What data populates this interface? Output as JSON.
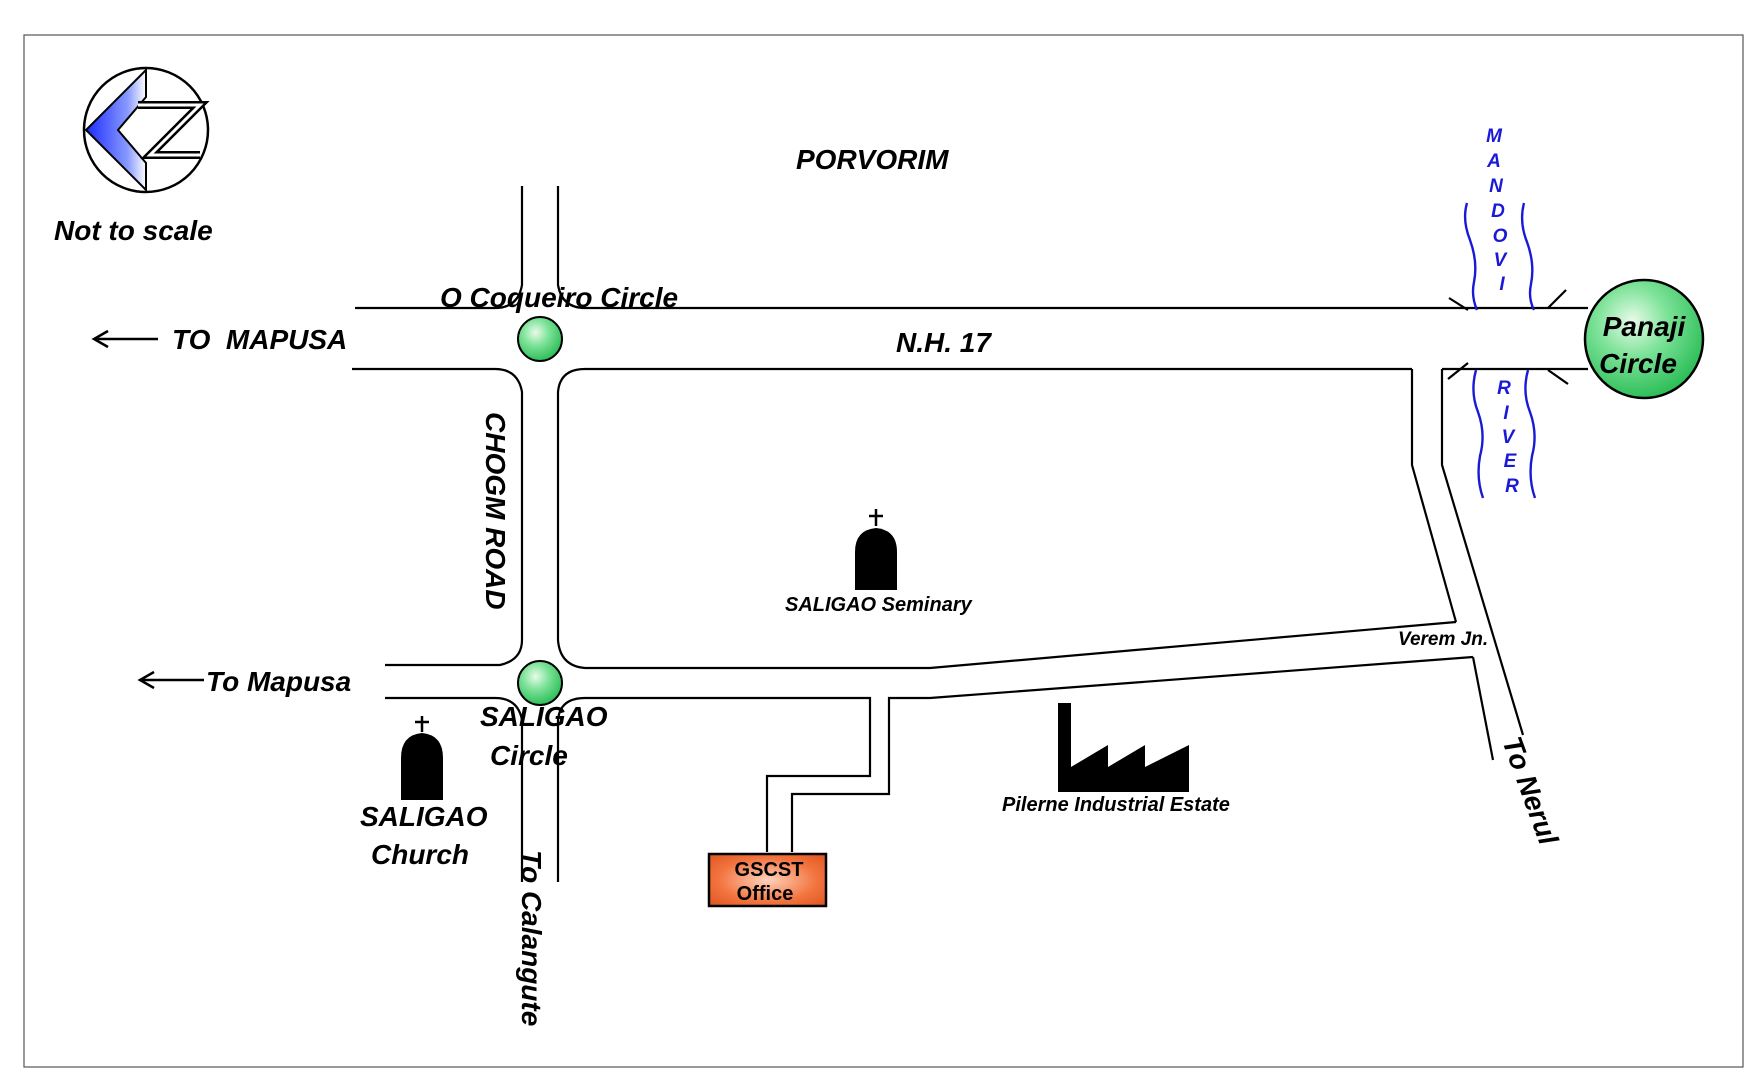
{
  "map": {
    "scale_note": "Not to scale",
    "compass_letter": "N",
    "labels": {
      "area": "PORVORIM",
      "to_mapusa_top": "TO  MAPUSA",
      "to_mapusa_bottom": "To Mapusa",
      "o_coqueiro_circle": "O Coqueiro Circle",
      "nh17": "N.H. 17",
      "chogm_road": "CHOGM ROAD",
      "saligao_circle_line1": "SALIGAO",
      "saligao_circle_line2": "Circle",
      "saligao_church_line1": "SALIGAO",
      "saligao_church_line2": "Church",
      "to_calangute": "To Calangute",
      "saligao_seminary": "SALIGAO Seminary",
      "verem_jn": "Verem Jn.",
      "pilerne_estate": "Pilerne Industrial Estate",
      "to_nerul": "To Nerul",
      "panaji_line1": "Panaji",
      "panaji_line2": "Circle",
      "river_upper": [
        "M",
        "A",
        "N",
        "D",
        "O",
        "V",
        "I"
      ],
      "river_lower": [
        "R",
        "I",
        "V",
        "E",
        "R"
      ],
      "office_line1": "GSCST",
      "office_line2": "Office"
    },
    "colors": {
      "circle_fill": "#5ad67a",
      "river": "#1a1ad6",
      "compass": "#1f3cff",
      "office_fill": "#f2743f"
    },
    "icons": [
      "north-arrow-icon",
      "church-icon",
      "seminary-icon",
      "factory-icon",
      "left-arrow-icon"
    ]
  }
}
